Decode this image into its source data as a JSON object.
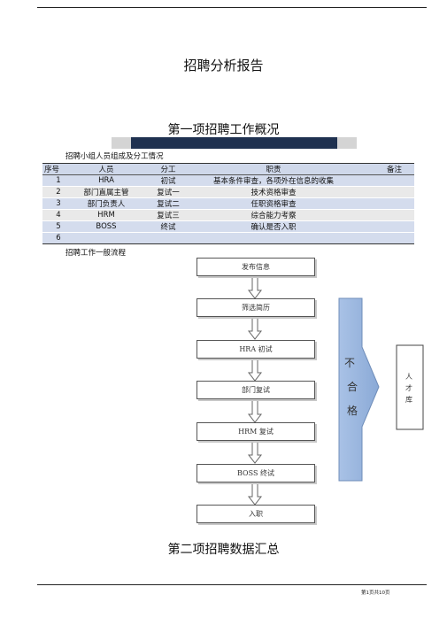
{
  "document": {
    "title": "招聘分析报告",
    "section1_heading": "第一项招聘工作概况",
    "table_caption": "招聘小组人员组成及分工情况",
    "flow_caption": "招聘工作一般流程",
    "section2_heading": "第二项招聘数据汇总",
    "footer": "第1页共10页"
  },
  "staff_table": {
    "headers": [
      "序号",
      "人员",
      "分工",
      "职责",
      "备注"
    ],
    "rows": [
      [
        "1",
        "HRA",
        "初试",
        "基本条件审查，各项外在信息的收集",
        ""
      ],
      [
        "2",
        "部门直属主管",
        "复试一",
        "技术资格审查",
        ""
      ],
      [
        "3",
        "部门负责人",
        "复试二",
        "任职资格审查",
        ""
      ],
      [
        "4",
        "HRM",
        "复试三",
        "综合能力考察",
        ""
      ],
      [
        "5",
        "BOSS",
        "终试",
        "确认是否入职",
        ""
      ],
      [
        "6",
        "",
        "",
        "",
        ""
      ]
    ]
  },
  "flow": {
    "steps": [
      "发布信息",
      "筛选简历",
      "HRA 初试",
      "部门复试",
      "HRM 复试",
      "BOSS 终试",
      "入职"
    ],
    "reject_label": [
      "不",
      "合",
      "格"
    ],
    "talent_pool": [
      "人",
      "才",
      "库"
    ]
  },
  "colors": {
    "banner_navy": "#1f3150",
    "table_header": "#cfd8ea",
    "row_blue": "#d4dced",
    "row_gray": "#e9e9e9",
    "reject_arrow": "#9fb9df"
  }
}
